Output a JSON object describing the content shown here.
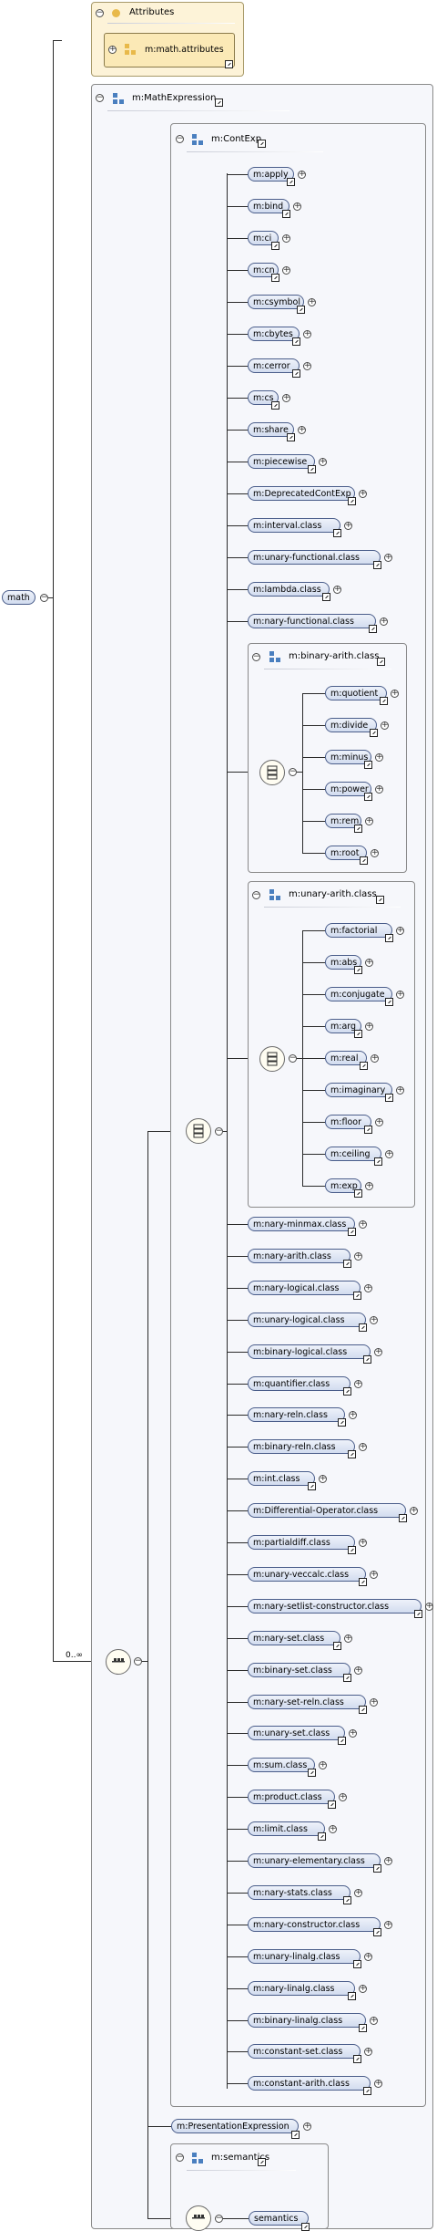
{
  "root": {
    "label": "math"
  },
  "attributes": {
    "title": "Attributes",
    "items": [
      "m:math.attributes"
    ]
  },
  "math_expression": {
    "title": "m:MathExpression",
    "occurrence": "0..∞",
    "cont_exp": {
      "title": "m:ContExp",
      "items_before": [
        "m:apply",
        "m:bind",
        "m:ci",
        "m:cn",
        "m:csymbol",
        "m:cbytes",
        "m:cerror",
        "m:cs",
        "m:share",
        "m:piecewise",
        "m:DeprecatedContExp",
        "m:interval.class",
        "m:unary-functional.class",
        "m:lambda.class",
        "m:nary-functional.class"
      ],
      "binary_arith": {
        "title": "m:binary-arith.class",
        "items": [
          "m:quotient",
          "m:divide",
          "m:minus",
          "m:power",
          "m:rem",
          "m:root"
        ]
      },
      "unary_arith": {
        "title": "m:unary-arith.class",
        "items": [
          "m:factorial",
          "m:abs",
          "m:conjugate",
          "m:arg",
          "m:real",
          "m:imaginary",
          "m:floor",
          "m:ceiling",
          "m:exp"
        ]
      },
      "items_after": [
        "m:nary-minmax.class",
        "m:nary-arith.class",
        "m:nary-logical.class",
        "m:unary-logical.class",
        "m:binary-logical.class",
        "m:quantifier.class",
        "m:nary-reln.class",
        "m:binary-reln.class",
        "m:int.class",
        "m:Differential-Operator.class",
        "m:partialdiff.class",
        "m:unary-veccalc.class",
        "m:nary-setlist-constructor.class",
        "m:nary-set.class",
        "m:binary-set.class",
        "m:nary-set-reln.class",
        "m:unary-set.class",
        "m:sum.class",
        "m:product.class",
        "m:limit.class",
        "m:unary-elementary.class",
        "m:nary-stats.class",
        "m:nary-constructor.class",
        "m:unary-linalg.class",
        "m:nary-linalg.class",
        "m:binary-linalg.class",
        "m:constant-set.class",
        "m:constant-arith.class"
      ]
    },
    "presentation": {
      "label": "m:PresentationExpression"
    },
    "semantics_group": {
      "title": "m:semantics",
      "items": [
        "semantics"
      ]
    }
  },
  "colors": {
    "pill_border": "#4a5d8a",
    "pill_fill": "#d2dcef",
    "group_fill": "#f6f7fb",
    "attr_fill": "#fdf3d8"
  }
}
